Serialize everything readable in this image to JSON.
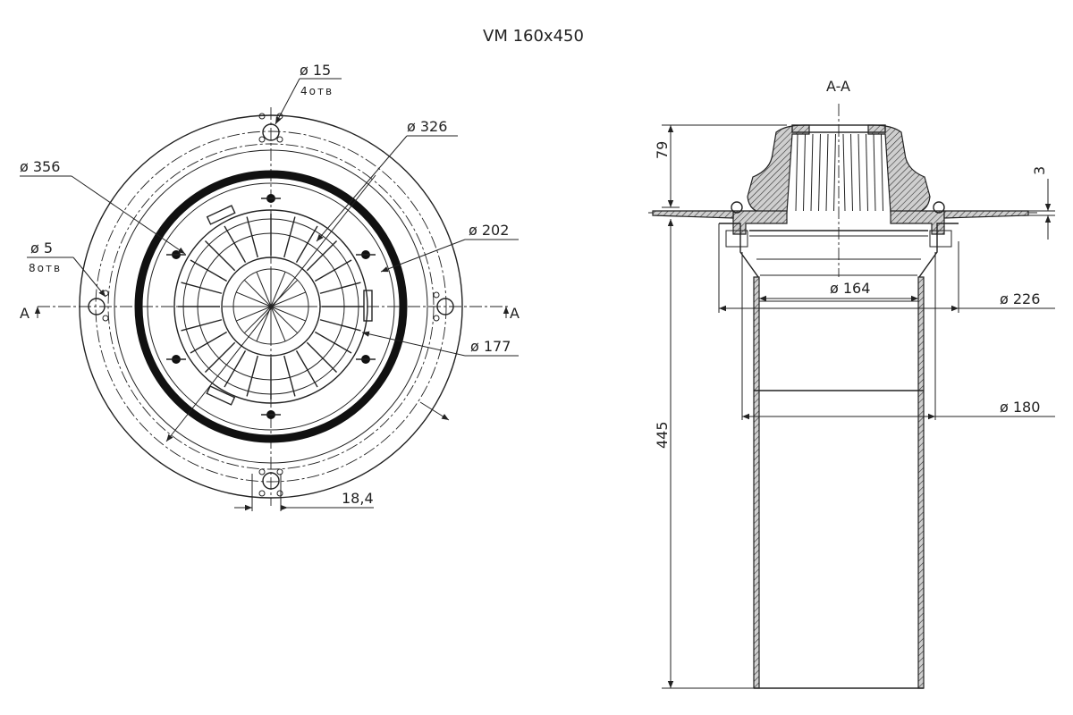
{
  "title": "VM 160x450",
  "plan_view": {
    "holes_large": {
      "diameter": "ø 15",
      "count": "4отв"
    },
    "holes_small": {
      "diameter": "ø 5",
      "count": "8отв"
    },
    "dia_356": "ø 356",
    "dia_326": "ø 326",
    "dia_202": "ø 202",
    "dia_177": "ø 177",
    "offset": "18,4",
    "section_mark_left": "A",
    "section_mark_right": "A"
  },
  "section_view": {
    "title": "A-A",
    "height_top": "79",
    "flange_thk": "3",
    "total_height": "445",
    "dia_164": "ø 164",
    "dia_226": "ø 226",
    "dia_180": "ø 180"
  }
}
